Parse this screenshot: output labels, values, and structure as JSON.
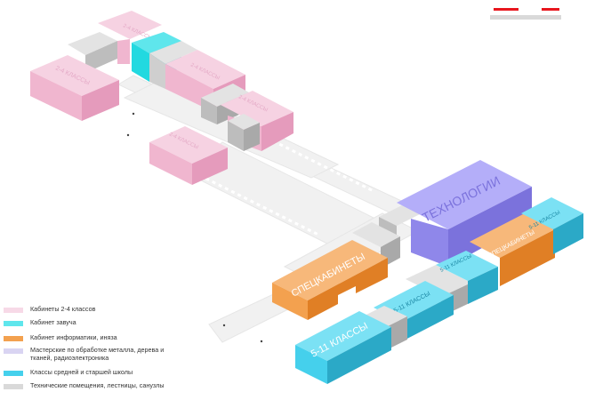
{
  "colors": {
    "pink": "#f2bfd6",
    "cyan": "#22d9e0",
    "orange": "#f3a14f",
    "lavender": "#a39af7",
    "blue": "#45d0ec",
    "gray": "#d9d9d9",
    "scale_red": "#e8161e"
  },
  "blocks": {
    "classes_2_4_a": "2-4 КЛАССЫ",
    "classes_2_4_b": "2-4 КЛАССЫ",
    "classes_2_4_c": "2-4 КЛАССЫ",
    "classes_2_4_d": "2-4 КЛАССЫ",
    "classes_2_4_e": "2-4 КЛАССЫ",
    "technology": "ТЕХНОЛОГИИ",
    "special_rooms": "СПЕЦКАБИНЕТЫ",
    "special_rooms_2": "СПЕЦКАБИНЕТЫ",
    "classes_5_11_big": "5-11 КЛАССЫ",
    "classes_5_11_a": "5-11 КЛАССЫ",
    "classes_5_11_b": "5-11 КЛАССЫ",
    "classes_5_11_c": "5-11 КЛАССЫ"
  },
  "legend": [
    {
      "label": "Кабинеты 2-4 классов",
      "color": "#f2bfd6"
    },
    {
      "label": "Кабинет завуча",
      "color": "#22d9e0"
    },
    {
      "label": "Кабинет информатики, иняза",
      "color": "#f3a14f"
    },
    {
      "label": "Мастерские по обработке металла, дерева и тканей, радиоэлектроника",
      "color": "#d9d4f2"
    },
    {
      "label": "Классы средней и старшей школы",
      "color": "#45d0ec"
    },
    {
      "label": "Технические помещения, лестницы, санузлы",
      "color": "#d9d9d9"
    }
  ]
}
